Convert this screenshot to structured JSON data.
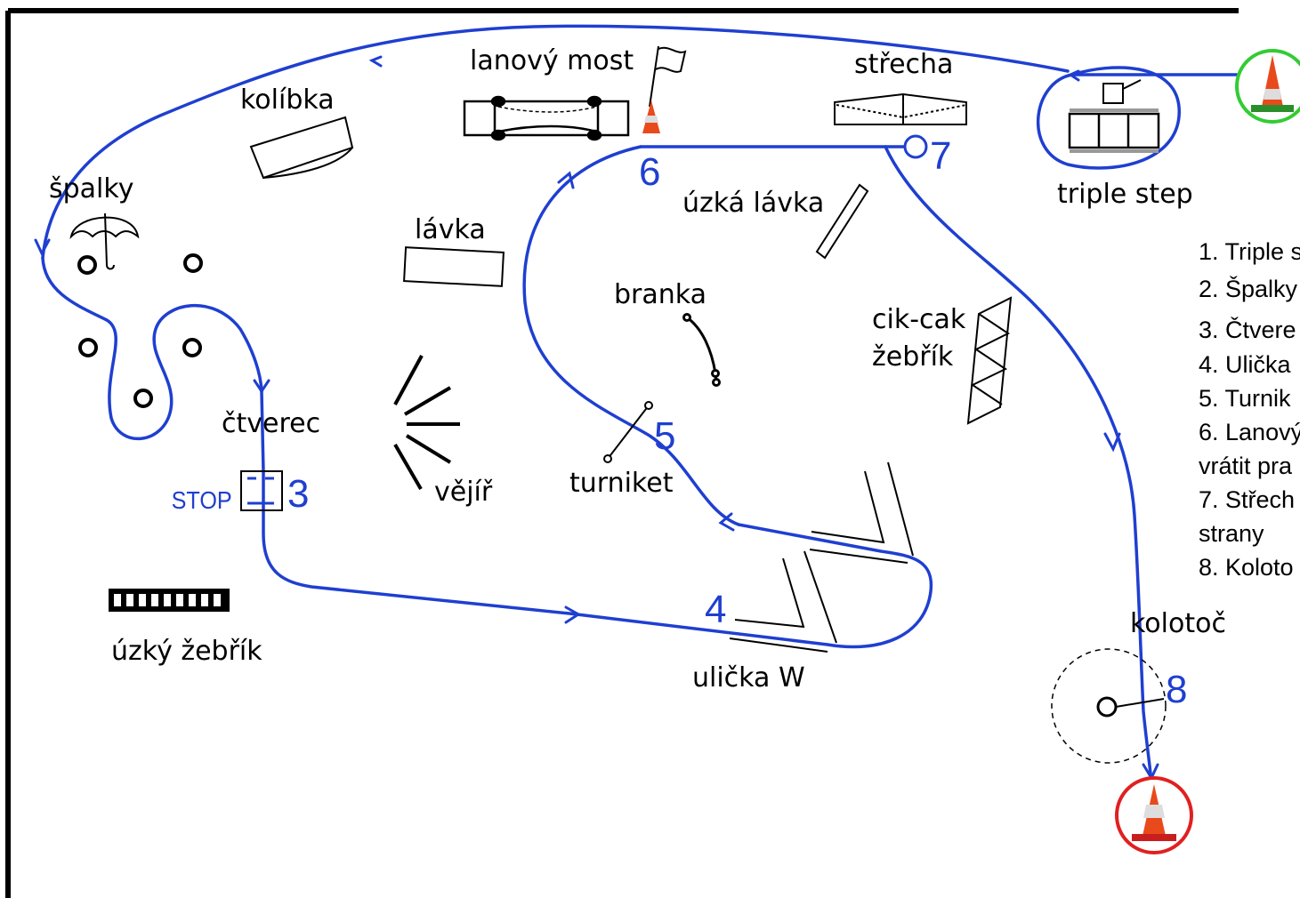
{
  "colors": {
    "route": "#1f3fd0",
    "border": "#000000",
    "start_ring": "#33cc33",
    "finish_ring": "#e02020",
    "cone": "#e84a1c"
  },
  "labels": {
    "lanovy_most": "lanový most",
    "strecha": "střecha",
    "kolibka": "kolíbka",
    "spalky": "špalky",
    "lavka": "lávka",
    "uzka_lavka": "úzká lávka",
    "triple_step": "triple step",
    "branka": "branka",
    "cik_cak_1": "cik-cak",
    "cik_cak_2": "žebřík",
    "ctverec": "čtverec",
    "vejir": "vějíř",
    "turniket": "turniket",
    "uzky_zebrik": "úzký žebřík",
    "ulicka_w": "ulička W",
    "kolotoc": "kolotoč",
    "stop": "STOP"
  },
  "numbers": {
    "n3": "3",
    "n4": "4",
    "n5": "5",
    "n6": "6",
    "n7": "7",
    "n8": "8"
  },
  "legend": {
    "items": [
      "1. Triple s",
      "2. Špalky",
      "3. Čtvere",
      "4. Ulička",
      "5. Turnik",
      "6. Lanový",
      "vrátit pra",
      "7. Střech",
      "strany",
      "8. Koloto"
    ]
  }
}
